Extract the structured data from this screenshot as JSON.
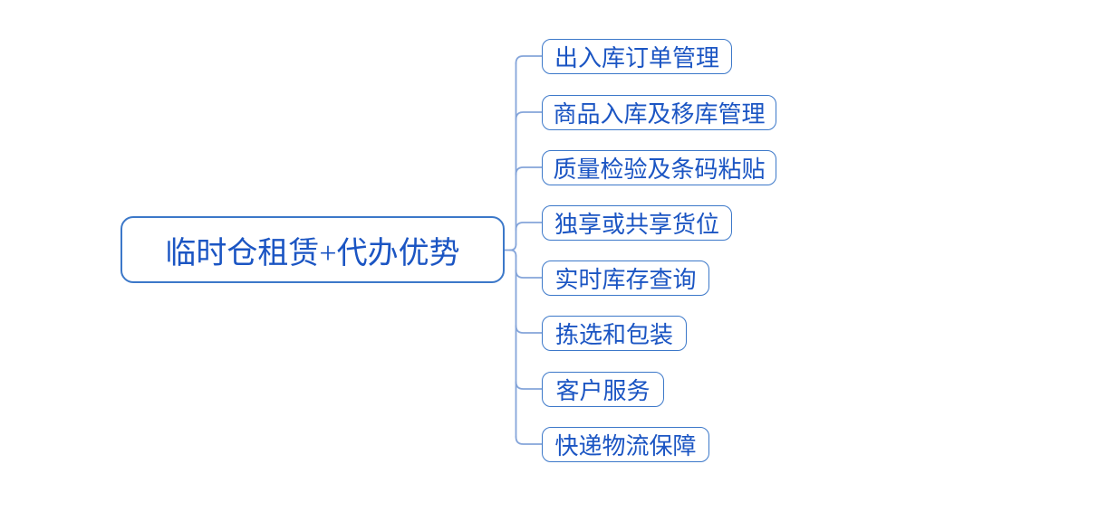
{
  "diagram": {
    "type": "mindmap",
    "root": {
      "label": "临时仓租赁+代办优势"
    },
    "children": [
      {
        "label": "出入库订单管理"
      },
      {
        "label": "商品入库及移库管理"
      },
      {
        "label": "质量检验及条码粘贴"
      },
      {
        "label": "独享或共享货位"
      },
      {
        "label": "实时库存查询"
      },
      {
        "label": "拣选和包装"
      },
      {
        "label": "客户服务"
      },
      {
        "label": "快递物流保障"
      }
    ],
    "colors": {
      "background": "#FFFFFF",
      "text": "#1B55C3",
      "border": "#3C78C9",
      "connector": "#85A5DA"
    }
  }
}
